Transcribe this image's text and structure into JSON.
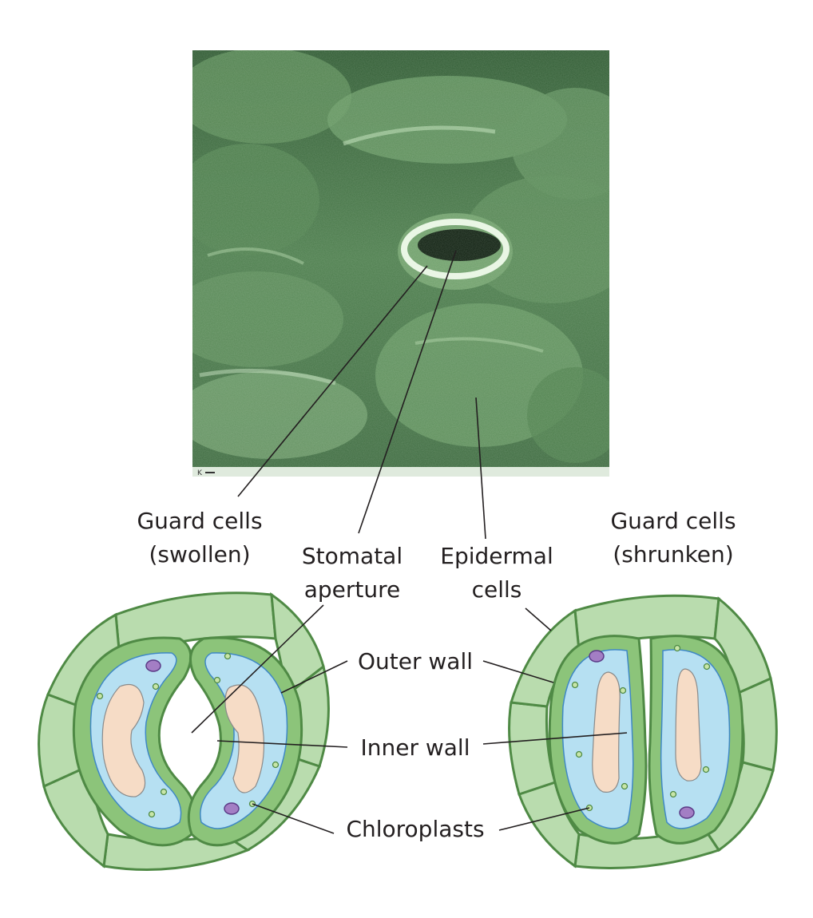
{
  "micrograph": {
    "scale_bar_text": "K"
  },
  "labels": {
    "guard_cells_swollen": [
      "Guard cells",
      "(swollen)"
    ],
    "stomatal_aperture": [
      "Stomatal",
      "aperture"
    ],
    "epidermal_cells": [
      "Epidermal",
      "cells"
    ],
    "guard_cells_shrunken": [
      "Guard cells",
      "(shrunken)"
    ],
    "outer_wall": "Outer wall",
    "inner_wall": "Inner wall",
    "chloroplasts": "Chloroplasts"
  },
  "colors": {
    "micrograph_green": "#4b7a4b",
    "epidermis_fill": "#b9dcae",
    "cell_outline": "#4f8a45",
    "wall_green": "#8cc47a",
    "cytoplasm_blue": "#b6e0f2",
    "vacuole_peach": "#f6dcc6",
    "nucleus_purple": "#a37ec4",
    "chloroplast_green": "#c8e6a8"
  }
}
